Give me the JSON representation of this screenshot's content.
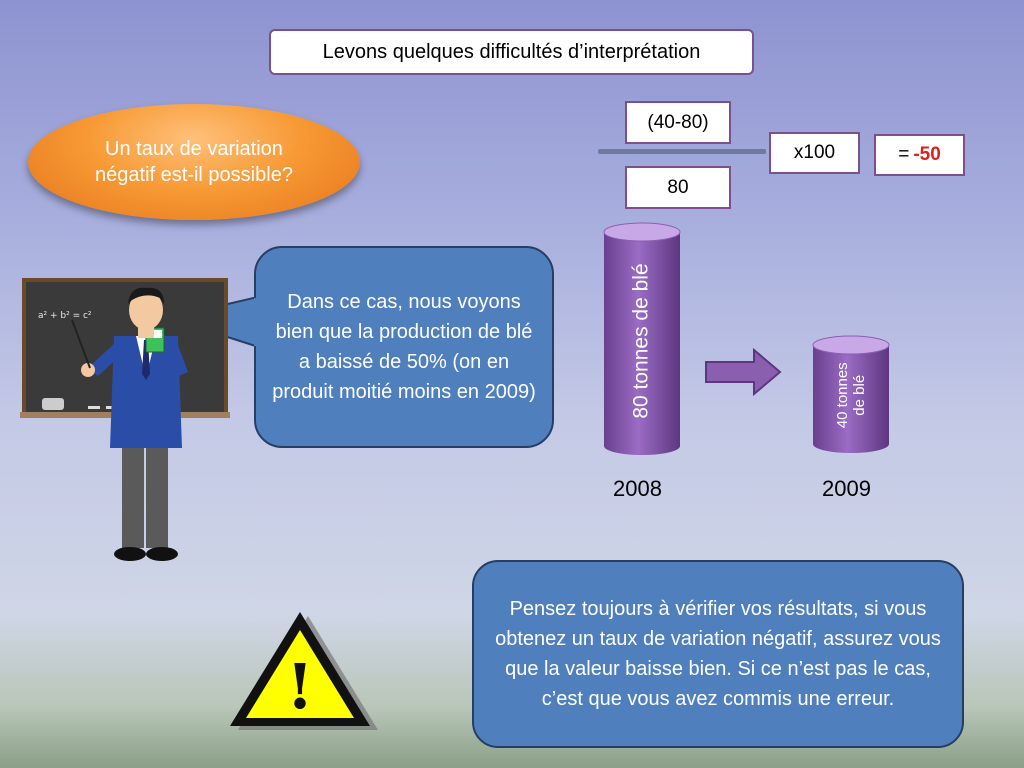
{
  "title": "Levons quelques difficultés d’interprétation",
  "question": "Un taux de variation négatif est-il possible?",
  "formula": {
    "numerator": "(40-80)",
    "denominator": "80",
    "multiplier": "x100",
    "result_prefix": "=",
    "result_value": "-50"
  },
  "speech": "Dans ce cas, nous voyons bien que la production de blé a baissé de 50% (on en produit moitié moins en 2009)",
  "cylinders": [
    {
      "label": "80 tonnes de blé",
      "year": "2008"
    },
    {
      "label": "40 tonnes de blé",
      "year": "2009"
    }
  ],
  "advice": "Pensez toujours à vérifier vos résultats, si vous obtenez un taux de variation négatif, assurez vous que la valeur baisse bien. Si ce n’est pas le cas, c’est que vous avez commis une erreur.",
  "blackboard_formula": "a² + b² = c²",
  "warning_symbol": "!",
  "colors": {
    "accent_purple": "#8a5fb0",
    "bubble_blue": "#4f7fbd",
    "question_orange": "#f79a35",
    "negative_red": "#e0201a",
    "warning_yellow": "#ffff00"
  }
}
